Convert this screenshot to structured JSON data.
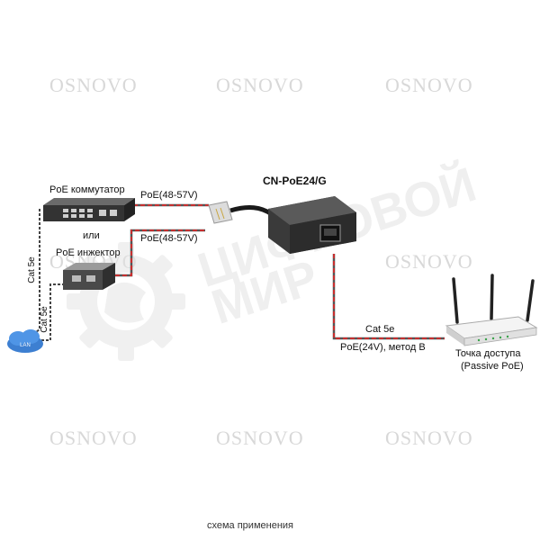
{
  "diagram": {
    "title": "CN-PoE24/G",
    "caption": "схема применения",
    "switch_label": "PoE коммутатор",
    "or_label": "или",
    "injector_label": "PoE инжектор",
    "input_top_label": "PoE(48-57V)",
    "input_bottom_label": "PoE(48-57V)",
    "cat5e_left_label": "Cat 5e",
    "cat5e_injector_label": "Cat 5e",
    "lan_label": "LAN",
    "cat5e_output_label": "Cat 5e",
    "output_label": "PoE(24V), метод B",
    "ap_label_line1": "Точка доступа",
    "ap_label_line2": "(Passive PoE)"
  },
  "watermarks": {
    "osnovo_text": "OSNOVO",
    "brand_line1": "ЦИФРОВОЙ",
    "brand_line2": "МИР"
  },
  "colors": {
    "cable_red": "#d42a2a",
    "cable_gray": "#555555",
    "device_dark": "#3a3a3a",
    "watermark": "#d8d8d8"
  }
}
